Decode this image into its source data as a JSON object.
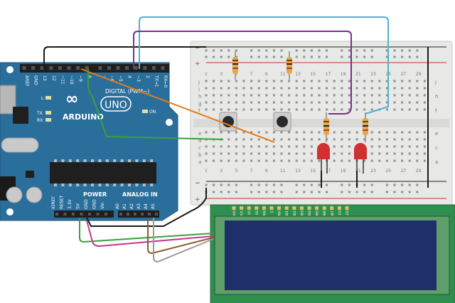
{
  "arduino": {
    "brand": "ARDUINO",
    "model": "UNO",
    "digital_header": "DIGITAL (PWM~)",
    "power_header": "POWER",
    "analog_header": "ANALOG IN",
    "on_label": "ON",
    "l_label": "L",
    "tx_label": "TX",
    "rx_label": "RX",
    "top_pins": [
      "AREF",
      "GND",
      "13",
      "12",
      "~11",
      "~10",
      "~9",
      "8",
      "7",
      "~6",
      "~5",
      "4",
      "~3",
      "2",
      "TX→1",
      "RX←0"
    ],
    "power_pins": [
      "IOREF",
      "RESET",
      "3.3V",
      "5V",
      "GND",
      "GND",
      "Vin"
    ],
    "analog_pins": [
      "A0",
      "A1",
      "A2",
      "A3",
      "A4",
      "A5"
    ]
  },
  "breadboard": {
    "row_letters_top": [
      "j",
      "i",
      "h",
      "g",
      "f"
    ],
    "row_letters_bottom": [
      "e",
      "d",
      "c",
      "b",
      "a"
    ],
    "column_numbers": [
      "1",
      "3",
      "5",
      "7",
      "9",
      "11",
      "13",
      "15",
      "17",
      "19",
      "21",
      "23",
      "25",
      "27",
      "29"
    ],
    "rail_plus": "+",
    "rail_minus": "−"
  },
  "lcd": {
    "pin_labels": [
      "GND",
      "VCC",
      "V0",
      "RS",
      "RW",
      "E",
      "DB0",
      "DB1",
      "DB2",
      "DB3",
      "DB4",
      "DB5",
      "DB6",
      "DB7",
      "LED",
      "LED"
    ]
  },
  "colors": {
    "arduino_board": "#2a6f9c",
    "breadboard": "#e8e8e6",
    "lcd_board": "#2f8f4e",
    "lcd_screen": "#1f2f6a",
    "wire_black": "#1a1a1a",
    "wire_cyan": "#4fb3c8",
    "wire_purple": "#7a2f8f",
    "wire_orange": "#e07b1a",
    "wire_green": "#3aa13a",
    "wire_magenta": "#c23a8f",
    "wire_brown": "#8b5a2b",
    "wire_gray": "#9a9a9a",
    "led": "#d03030"
  }
}
